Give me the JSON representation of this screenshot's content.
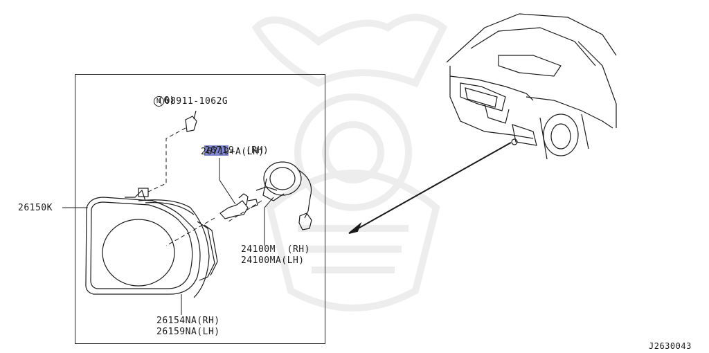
{
  "diagram": {
    "diagram_code": "J2630043",
    "callouts": {
      "bolt": {
        "circle_letter": "N",
        "part": "08911-1062G",
        "qty": "(6)"
      },
      "bulb": {
        "highlight": "2671",
        "rest": "9  (RH)",
        "lh": "26719+A(LH)"
      },
      "lamp": "26150K",
      "socket": {
        "rh": "24100M  (RH)",
        "lh": "24100MA(LH)"
      },
      "lens": {
        "rh": "26154NA(RH)",
        "lh": "26159NA(LH)"
      }
    },
    "colors": {
      "highlight": "#7f86cf",
      "line": "#1a1a1a",
      "watermark": "#ececec"
    }
  }
}
